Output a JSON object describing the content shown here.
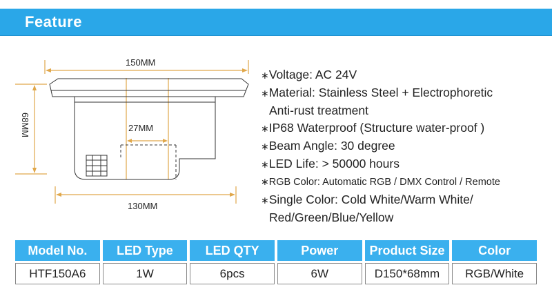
{
  "header": {
    "title": "Feature"
  },
  "drawing": {
    "dim_top": "150MM",
    "dim_inner": "27MM",
    "dim_bottom": "130MM",
    "dim_height": "68MM"
  },
  "specs": [
    {
      "text": "Voltage:  AC 24V",
      "cont": ""
    },
    {
      "text": "Material: Stainless Steel + Electrophoretic",
      "cont": "Anti-rust treatment"
    },
    {
      "text": "IP68 Waterproof (Structure water-proof )",
      "cont": ""
    },
    {
      "text": "Beam Angle: 30 degree",
      "cont": ""
    },
    {
      "text": "LED Life: > 50000 hours",
      "cont": ""
    },
    {
      "text": "RGB  Color: Automatic RGB / DMX Control / Remote",
      "cont": ""
    },
    {
      "text": "Single Color: Cold White/Warm White/",
      "cont": "Red/Green/Blue/Yellow"
    }
  ],
  "table": {
    "headers": [
      "Model No.",
      "LED Type",
      "LED QTY",
      "Power",
      "Product Size",
      "Color"
    ],
    "row": [
      "HTF150A6",
      "1W",
      "6pcs",
      "6W",
      "D150*68mm",
      "RGB/White"
    ]
  },
  "colors": {
    "banner": "#2aa7e8",
    "header_cell": "#3ab0ee",
    "dimension_line": "#e0a74a"
  },
  "icons": {
    "bullet": "asterisk"
  }
}
